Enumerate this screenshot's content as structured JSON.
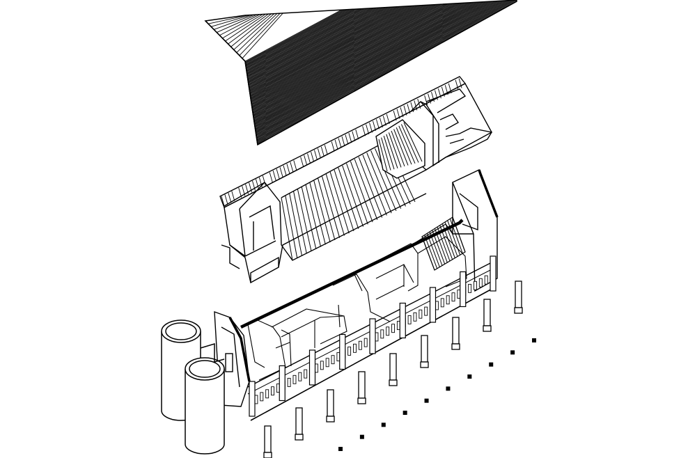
{
  "diagram": {
    "kind": "exploded axonometric drawing",
    "background_color": "#ffffff",
    "ink_color": "#000000",
    "layers": [
      "roof",
      "upper-floor",
      "ground-floor",
      "columns",
      "footings"
    ],
    "components": {
      "silos": 2,
      "ground_columns": 9,
      "footings": 10
    }
  }
}
